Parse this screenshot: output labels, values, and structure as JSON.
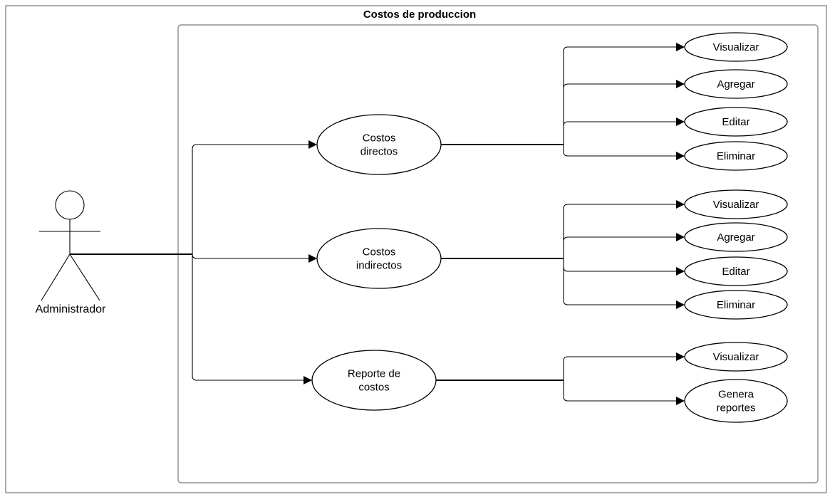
{
  "diagram": {
    "title": "Costos de produccion",
    "actor": {
      "label": "Administrador",
      "icon": "stick-figure-actor-icon"
    },
    "groups": [
      {
        "key": "directos",
        "lines": [
          "Costos",
          "directos"
        ],
        "actions": [
          {
            "lines": [
              "Visualizar"
            ]
          },
          {
            "lines": [
              "Agregar"
            ]
          },
          {
            "lines": [
              "Editar"
            ]
          },
          {
            "lines": [
              "Eliminar"
            ]
          }
        ]
      },
      {
        "key": "indirectos",
        "lines": [
          "Costos",
          "indirectos"
        ],
        "actions": [
          {
            "lines": [
              "Visualizar"
            ]
          },
          {
            "lines": [
              "Agregar"
            ]
          },
          {
            "lines": [
              "Editar"
            ]
          },
          {
            "lines": [
              "Eliminar"
            ]
          }
        ]
      },
      {
        "key": "reporte",
        "lines": [
          "Reporte de",
          "costos"
        ],
        "actions": [
          {
            "lines": [
              "Visualizar"
            ]
          },
          {
            "lines": [
              "Genera",
              "reportes"
            ]
          }
        ]
      }
    ]
  }
}
